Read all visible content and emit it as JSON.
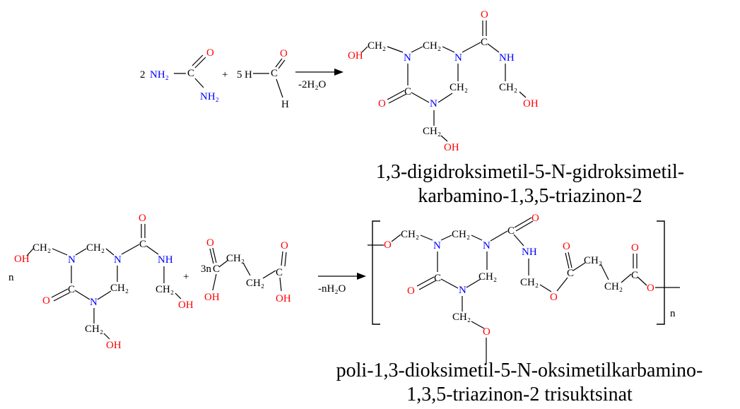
{
  "colors": {
    "bond": "#000000",
    "nitrogen": "#0000ff",
    "oxygen": "#ff0000",
    "carbon": "#000000"
  },
  "reaction1": {
    "reactant1": {
      "coef": "2",
      "nh2_a": "NH₂",
      "c": "C",
      "o": "O",
      "nh2_b": "NH₂"
    },
    "plus": "+",
    "reactant2": {
      "coef": "5",
      "h1": "H",
      "c": "C",
      "o": "O",
      "h2": "H"
    },
    "condition": "-2H₂O",
    "product": {
      "oh1": "OH",
      "ch2_1": "CH₂",
      "n1": "N",
      "ch2_2": "CH₂",
      "n2": "N",
      "c_top": "C",
      "o_top": "O",
      "nh": "NH",
      "ch2_3": "CH₂",
      "oh2": "OH",
      "c_ring": "C",
      "o_ring": "O",
      "n3": "N",
      "ch2_ring": "CH₂",
      "ch2_4": "CH₂",
      "oh3": "OH"
    },
    "caption_line1": "1,3-digidroksimetil-5-N-gidroksimetil-",
    "caption_line2": "karbamino-1,3,5-triazinon-2"
  },
  "reaction2": {
    "n_coef": "n",
    "monomer": {
      "oh1": "OH",
      "ch2_1": "CH₂",
      "n1": "N",
      "ch2_2": "CH₂",
      "n2": "N",
      "c_top": "C",
      "o_top": "O",
      "nh": "NH",
      "ch2_3": "CH₂",
      "oh2": "OH",
      "c_ring": "C",
      "o_ring": "O",
      "n3": "N",
      "ch2_ring": "CH₂",
      "ch2_4": "CH₂",
      "oh3": "OH"
    },
    "plus": "+",
    "acid": {
      "coef": "3n",
      "c1": "C",
      "o1": "O",
      "oh1": "OH",
      "ch2_a": "CH₂",
      "ch2_b": "CH₂",
      "c2": "C",
      "o2": "O",
      "oh2": "OH"
    },
    "condition": "-nH₂O",
    "polymer": {
      "o1": "O",
      "ch2_1": "CH₂",
      "n1": "N",
      "ch2_2": "CH₂",
      "n2": "N",
      "c_top": "C",
      "o_top": "O",
      "nh": "NH",
      "ch2_3": "CH₂",
      "o2": "O",
      "c_e1": "C",
      "o_e1": "O",
      "ch2_a": "CH₂",
      "ch2_b": "CH₂",
      "c_e2": "C",
      "o_e2": "O",
      "o3": "O",
      "c_ring": "C",
      "o_ring": "O",
      "n3": "N",
      "ch2_ring": "CH₂",
      "ch2_4": "CH₂",
      "o4": "O",
      "n_sub": "n"
    },
    "caption_line1": "poli-1,3-dioksimetil-5-N-oksimetilkarbamino-",
    "caption_line2": "1,3,5-triazinon-2 trisuktsinat"
  }
}
